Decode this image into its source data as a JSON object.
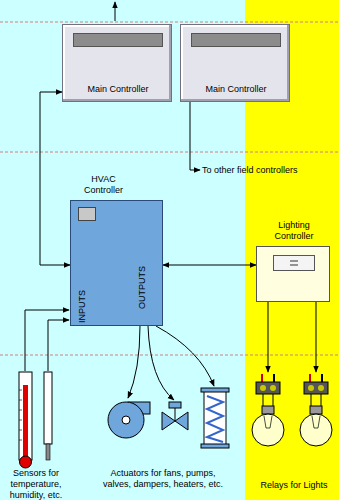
{
  "diagram": {
    "nodes": [
      {
        "text": [
          "Main Controller"
        ]
      },
      {
        "text": [
          "Main Controller"
        ]
      },
      {
        "text": [
          "HVAC Controller",
          "INPUTS",
          "OUTPUTS"
        ]
      },
      {
        "text": [
          "Lighting Controller"
        ]
      }
    ],
    "edges": [
      {
        "from": 0,
        "to": 2,
        "arrow": "both"
      },
      {
        "from": 2,
        "to": 3,
        "arrow": "both"
      }
    ],
    "labels": [
      "To other field controllers",
      "Sensors for temperature, humidity, etc.",
      "Actuators for fans, pumps, valves, dampers, heaters, etc.",
      "Relays for Lights"
    ]
  }
}
